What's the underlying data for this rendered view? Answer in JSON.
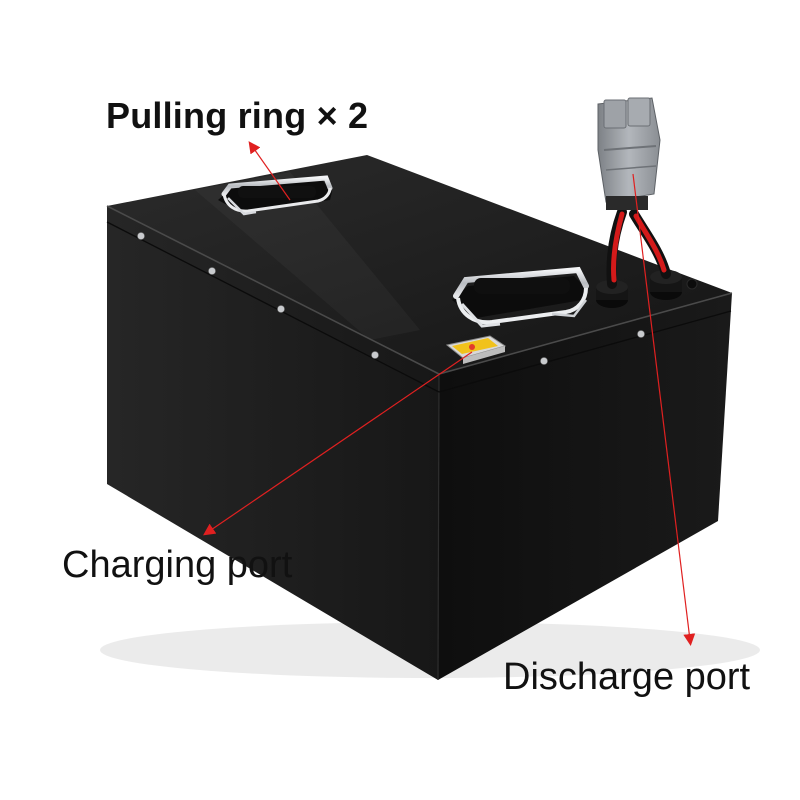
{
  "labels": {
    "pulling_ring": "Pulling ring × 2",
    "charging_port": "Charging port",
    "discharge_port": "Discharge port"
  },
  "colors": {
    "background": "#ffffff",
    "battery_body": "#1b1b1b",
    "annotation_arrow": "#e02020",
    "cable_red": "#d41a1a",
    "connector_grey": "#9a9ea3",
    "label_text": "#111111"
  },
  "icons": {
    "handle": "pulling-ring-icon",
    "charge": "charging-port-icon",
    "discharge": "anderson-connector-icon"
  }
}
